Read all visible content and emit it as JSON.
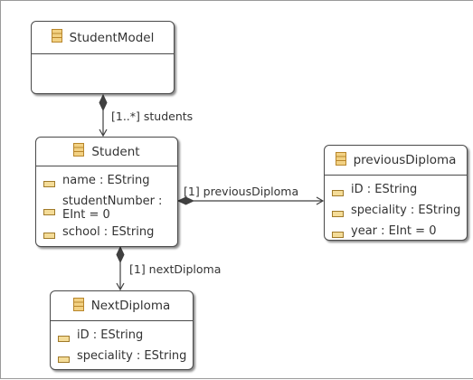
{
  "diagram": {
    "classes": {
      "student_model": {
        "name": "StudentModel",
        "attributes": []
      },
      "student": {
        "name": "Student",
        "attributes": [
          "name : EString",
          "studentNumber :\nEInt = 0",
          "school : EString"
        ]
      },
      "previous_diploma": {
        "name": "previousDiploma",
        "attributes": [
          "iD : EString",
          "speciality : EString",
          "year : EInt = 0"
        ]
      },
      "next_diploma": {
        "name": "NextDiploma",
        "attributes": [
          "iD : EString",
          "speciality : EString"
        ]
      }
    },
    "references": {
      "students": "[1..*] students",
      "previous_diploma": "[1] previousDiploma",
      "next_diploma": "[1] nextDiploma"
    }
  },
  "colors": {
    "class_icon_fill": "#f2d183",
    "class_icon_stroke": "#b8862b",
    "attr_icon_fill": "#f4dc98",
    "attr_icon_stroke": "#a07a2a",
    "edge": "#404040"
  },
  "icons": {
    "class": "eclass-icon",
    "attribute": "eattribute-icon"
  }
}
